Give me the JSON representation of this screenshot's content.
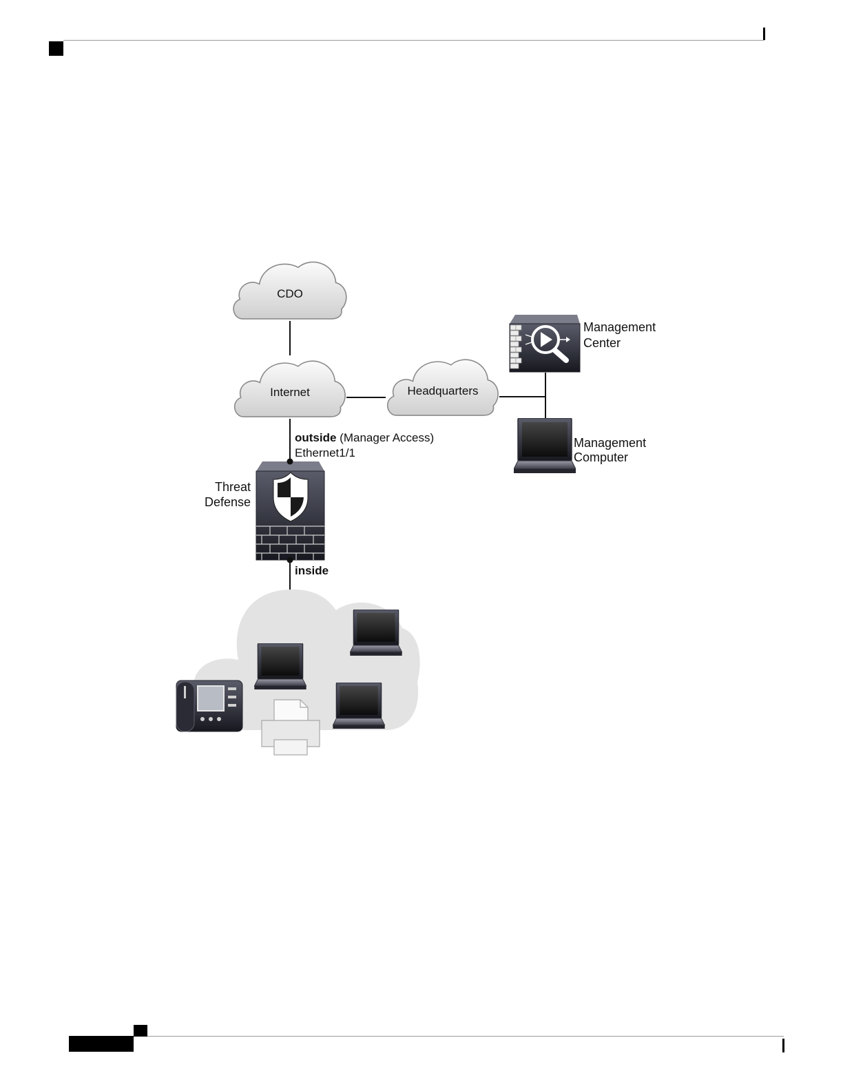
{
  "diagram": {
    "nodes": {
      "cdo": "CDO",
      "internet": "Internet",
      "headquarters": "Headquarters",
      "management_center": [
        "Management",
        "Center"
      ],
      "management_computer": [
        "Management",
        "Computer"
      ],
      "threat_defense": [
        "Threat",
        "Defense"
      ]
    },
    "interfaces": {
      "outside_name": "outside",
      "outside_note": " (Manager Access)",
      "outside_port": "Ethernet1/1",
      "inside_name": "inside"
    }
  }
}
